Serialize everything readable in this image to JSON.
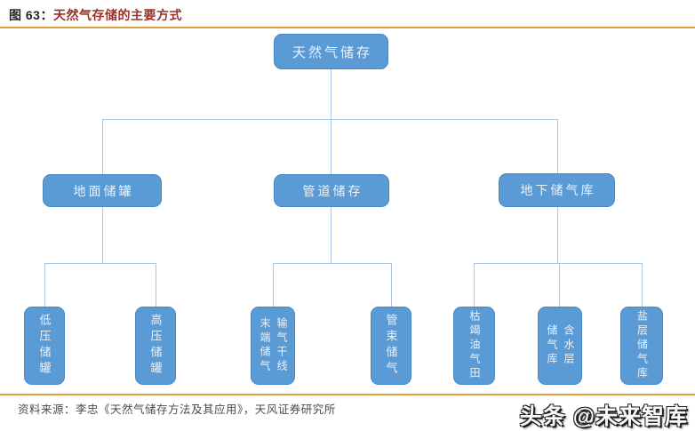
{
  "header": {
    "figure_label": "图 63：",
    "title": "天然气存储的主要方式"
  },
  "colors": {
    "node_fill": "#5b9bd5",
    "node_border": "#4a86c0",
    "node_text": "#eaf2fa",
    "connector": "#aac7e5",
    "divider_orange": "#dd9f42",
    "title_red": "#99322b"
  },
  "tree": {
    "root": {
      "label": "天然气储存"
    },
    "level2": [
      {
        "label": "地面储罐"
      },
      {
        "label": "管道储存"
      },
      {
        "label": "地下储气库"
      }
    ],
    "level3": [
      {
        "label": "低压储罐",
        "parent": "地面储罐"
      },
      {
        "label": "高压储罐",
        "parent": "地面储罐"
      },
      {
        "label": "输气干线\n末端储气",
        "parent": "管道储存"
      },
      {
        "label": "管束储气",
        "parent": "管道储存"
      },
      {
        "label": "枯竭油气田",
        "parent": "地下储气库"
      },
      {
        "label": "含水层\n储气库",
        "parent": "地下储气库"
      },
      {
        "label": "盐层储气库",
        "parent": "地下储气库"
      }
    ]
  },
  "footer": {
    "source": "资料来源：李忠《天然气储存方法及其应用》，天风证券研究所",
    "watermark": "头条 @未来智库"
  }
}
